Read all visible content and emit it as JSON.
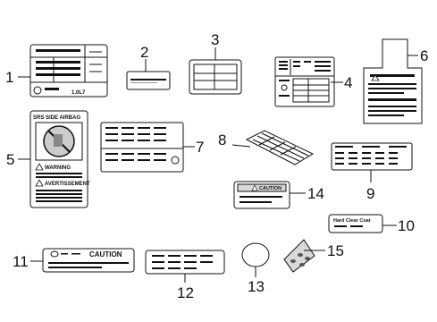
{
  "diagram": {
    "callouts": [
      "1",
      "2",
      "3",
      "4",
      "5",
      "6",
      "7",
      "8",
      "9",
      "10",
      "11",
      "12",
      "13",
      "14",
      "15"
    ],
    "labels": {
      "srs_side_airbag": "SRS SIDE AIRBAG",
      "warning": "WARNING",
      "avertissement": "AVERTISSEMENT",
      "caution": "CAUTION",
      "hard_clear_coat": "Hard Clear Coat",
      "item1_code": "1.0L7"
    }
  }
}
